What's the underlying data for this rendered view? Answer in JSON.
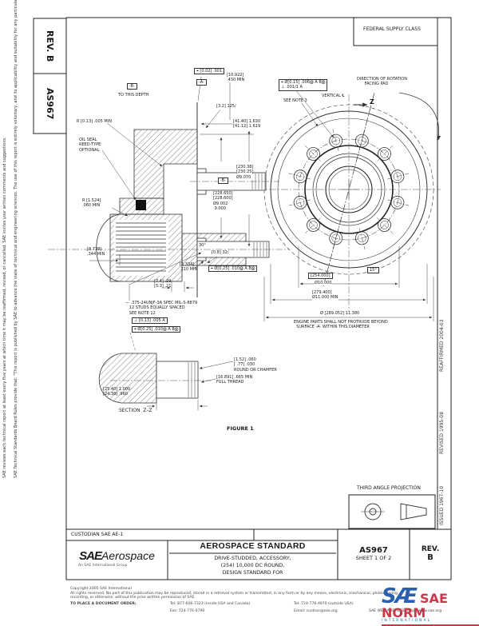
{
  "sheet": {
    "tabs": {
      "rev_label": "REV.",
      "rev_value": "B",
      "doc_number": "AS967"
    },
    "fsc_box": "FEDERAL SUPPLY CLASS",
    "margin_left": {
      "statement1": "SAE Technical Standards Board Rules provide that: \"This report is published by SAE to advance the state of technical and engineering sciences. The use of this report is entirely voluntary, and its applicability and suitability for any particular use, including any patent infringement arising therefrom, is the sole responsibility of the user.\"",
      "statement2": "SAE reviews each technical report at least every five years at which time it may be reaffirmed, revised, or cancelled. SAE invites your written comments and suggestions."
    },
    "margin_right": {
      "reaffirmed": "REAFFIRMED 2004-03",
      "revised": "REVISED 1995-08",
      "issued": "ISSUED 1967-10"
    }
  },
  "drawing": {
    "figure_label": "FIGURE 1",
    "projection_label": "THIRD ANGLE PROJECTION",
    "callouts": [
      {
        "text": "⌖ [0.02] .001"
      },
      {
        "text": "-A-"
      },
      {
        "text": "-B-"
      },
      {
        "text": "TO THIS DEPTH"
      },
      {
        "text": "[10.922]\n.430 MIN"
      },
      {
        "text": "[3.2] 125∕"
      },
      {
        "text": "R [0.13] .005 MIN"
      },
      {
        "text": "OIL SEAL\nREED-TYPE\nOPTIONAL"
      },
      {
        "text": "[41.40] 1.630\n[41.12] 1.619"
      },
      {
        "text": "-B-"
      },
      {
        "text": "[230.38]\n[230.25]\nØ9.070"
      },
      {
        "text": "[228.650]\n[228.600]\nØ9.002\n 9.000"
      },
      {
        "text": "R [1.524]\n.060 MIN"
      },
      {
        "text": "[8.738]\n.344 MIN"
      },
      {
        "text": "[7.4] .29\n[5.3] .21"
      },
      {
        "text": "[5.334]\n.210 MIN"
      },
      {
        "text": "30°"
      },
      {
        "text": "[0.8] 32∕"
      },
      {
        "text": "⌖ Ø[0.25] .010Ⓜ A BⓂ"
      },
      {
        "text": "— .375-24UNJF-3A SPEC MIL-S-8879\n   12 STUDS EQUALLY SPACED\n   SEE NOTE 12"
      },
      {
        "text": "⊥ [0.13] .005 A"
      },
      {
        "text": "⌖ Ø[0.25] .010Ⓜ A BⓂ"
      },
      {
        "text": "[1.52] .060\n[ .77] .030\nROUND OR CHAMFER"
      },
      {
        "text": "[16.891] .665 MIN\nFULL THREAD"
      },
      {
        "text": "[25.40] 1.000\n[24.38] .960"
      },
      {
        "text": "SECTION  Z–Z"
      },
      {
        "text": "⌖ Ø[0.15] .006Ⓜ A BⓂ\n⊥ .001/1 A"
      },
      {
        "text": "SEE NOTE 3"
      },
      {
        "text": "VERTICAL ℄"
      },
      {
        "text": "DIRECTION OF ROTATION\n      FACING PAD"
      },
      {
        "text": "Z"
      },
      {
        "text": "15°"
      },
      {
        "text": "[254.000]"
      },
      {
        "text": "Ø10.000"
      },
      {
        "text": "[279.400]\nØ11.000 MIN"
      },
      {
        "text": "Ø [289.052] 11.380"
      },
      {
        "text": "ENGINE PARTS SHALL NOT PROTRUDE BEYOND\n  SURFACE -A- WITHIN THIS DIAMETER"
      }
    ]
  },
  "title_block": {
    "custodian": "CUSTODIAN  SAE AE-1",
    "logo": {
      "sae": "SAE",
      "aerospace": "Aerospace",
      "tagline": "An SAE International Group"
    },
    "standard_heading": "AEROSPACE STANDARD",
    "title_line1": "DRIVE-STUDDED, ACCESSORY,",
    "title_line2": "(254) 10,000 DC ROUND,",
    "title_line3": "DESIGN STANDARD FOR",
    "doc_number": "AS967",
    "sheet": "SHEET 1 OF 2",
    "rev_label": "REV.",
    "rev_value": "B"
  },
  "footer": {
    "copyright": "Copyright 2005 SAE International",
    "rights_line1": "All rights reserved. No part of this publication may be reproduced, stored in a retrieval system or transmitted, in any form or by any means, electronic, mechanical, photocopying,",
    "rights_line2": "recording, or otherwise, without the prior written permission of SAE.",
    "order_label": "TO PLACE A DOCUMENT ORDER:",
    "tel_inside": "Tel: 877-606-7323 (inside USA and Canada)",
    "tel_outside": "Tel: 724-776-4970 (outside USA)",
    "fax": "Fax: 724-776-0790",
    "email": "Email: custsvc@sae.org",
    "web": "SAE WEB ADDRESS: http://www.sae.org",
    "watermark": {
      "sae": "SÆ",
      "norm": "SAE NORM",
      "sub": "INTERNATIONAL"
    }
  }
}
